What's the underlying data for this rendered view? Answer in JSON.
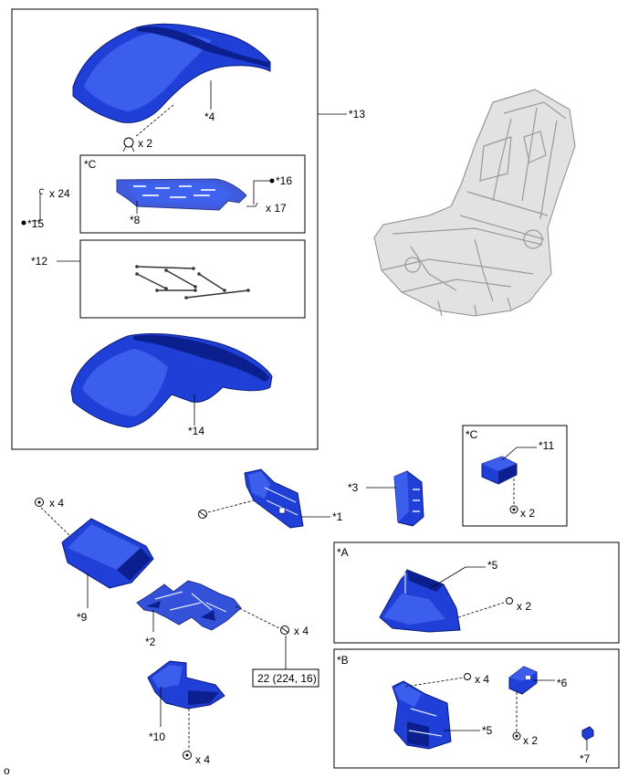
{
  "labels": {
    "p4": "*4",
    "p13": "*13",
    "p4_qty": "x 2",
    "grpC1": "*C",
    "p16": "*16",
    "p8": "*8",
    "p17_qty": "x 17",
    "p24_qty": "x 24",
    "p15": "*15",
    "p12": "*12",
    "p14": "*14",
    "grpC2": "*C",
    "p11": "*11",
    "p11_qty": "x 2",
    "p3": "*3",
    "p1": "*1",
    "p9_qty": "x 4",
    "p9": "*9",
    "p2": "*2",
    "p2_qty": "x 4",
    "torque": "22 (224, 16)",
    "p10": "*10",
    "p10_qty": "x 4",
    "grpA": "*A",
    "p5a": "*5",
    "p5a_qty": "x 2",
    "grpB": "*B",
    "p5b_qty": "x 4",
    "p6": "*6",
    "p5b": "*5",
    "p6_qty": "x 2",
    "p7": "*7",
    "footer": "o"
  },
  "colors": {
    "part": "#1f3fd6",
    "part_outline": "#0a1a7a",
    "frame": "#e2e2e2"
  }
}
